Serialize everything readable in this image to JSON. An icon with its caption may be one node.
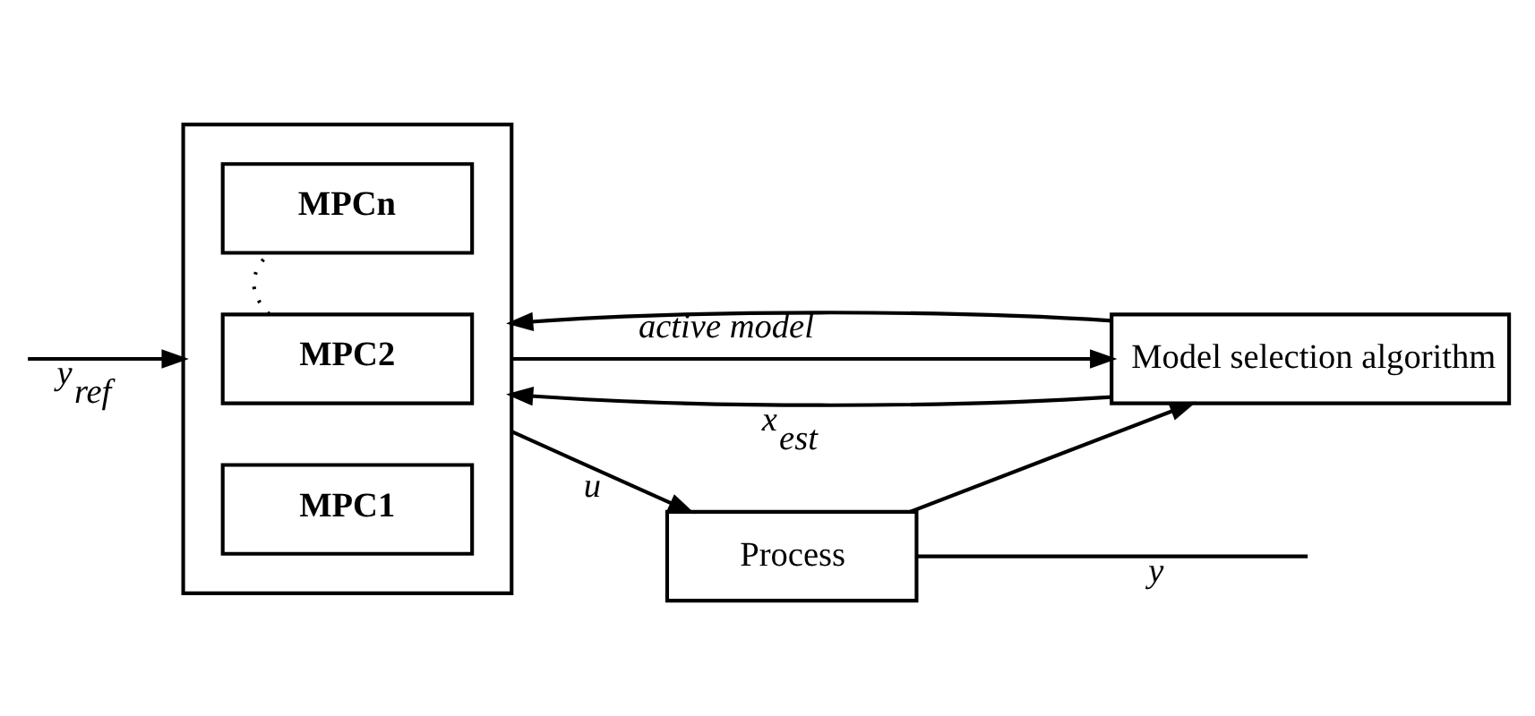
{
  "diagram": {
    "nodes": [
      {
        "text": [],
        "shape": "box"
      },
      {
        "text": [
          "MPC1"
        ],
        "in": 0
      },
      {
        "text": [
          "MPC2"
        ],
        "in": 0
      },
      {
        "text": [
          "MPCn"
        ],
        "in": 0
      },
      {
        "text": [
          "Process"
        ]
      },
      {
        "text": [
          "Model selection algorithm"
        ]
      }
    ],
    "edges": [
      {
        "from": null,
        "to": 0,
        "arrow": "to",
        "label": "y$_{ref}$"
      },
      {
        "from": 5,
        "to": 0,
        "arrow": "to",
        "label": "x$_{est}$"
      },
      {
        "from": 2,
        "to": 3,
        "arrow": "none",
        "style": "dashed"
      },
      {
        "from": 0,
        "to": 4,
        "arrow": "to",
        "label": "u"
      },
      {
        "from": 0,
        "to": 5,
        "arrow": "to"
      },
      {
        "from": 4,
        "to": null,
        "arrow": "none",
        "label": "y"
      },
      {
        "from": 4,
        "to": 5,
        "arrow": "to"
      },
      {
        "from": 5,
        "to": 0,
        "arrow": "to",
        "label": "active model"
      }
    ]
  }
}
